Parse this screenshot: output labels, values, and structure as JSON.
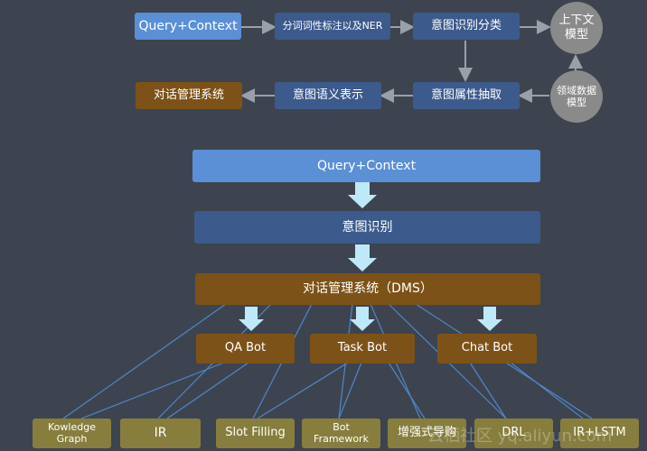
{
  "top_flow": {
    "query_context": "Query+Context",
    "segmentation": "分词词性标注以及NER",
    "intent_classification": "意图识别分类",
    "context_model": "上下文模型",
    "domain_data_model": "领域数据模型",
    "intent_attribute_extraction": "意图属性抽取",
    "intent_semantic_representation": "意图语义表示",
    "dialog_management": "对话管理系统"
  },
  "bottom_flow": {
    "query_context": "Query+Context",
    "intent_recognition": "意图识别",
    "dms": "对话管理系统（DMS）",
    "bots": [
      "QA Bot",
      "Task Bot",
      "Chat Bot"
    ],
    "techniques": [
      "Kowledge Graph",
      "IR",
      "Slot Filling",
      "Bot Framework",
      "增强式导购",
      "DRL",
      "IR+LSTM"
    ]
  },
  "watermark": "云栖社区 yq.aliyun.com",
  "colors": {
    "background": "#3d4450",
    "light_blue": "#5b8fd6",
    "dark_blue": "#3c5a8c",
    "brown": "#7d5218",
    "olive": "#877e3e",
    "gray_circle": "#8a8a8a",
    "arrow": "#bfe8f8",
    "connector": "#4f86c8"
  }
}
